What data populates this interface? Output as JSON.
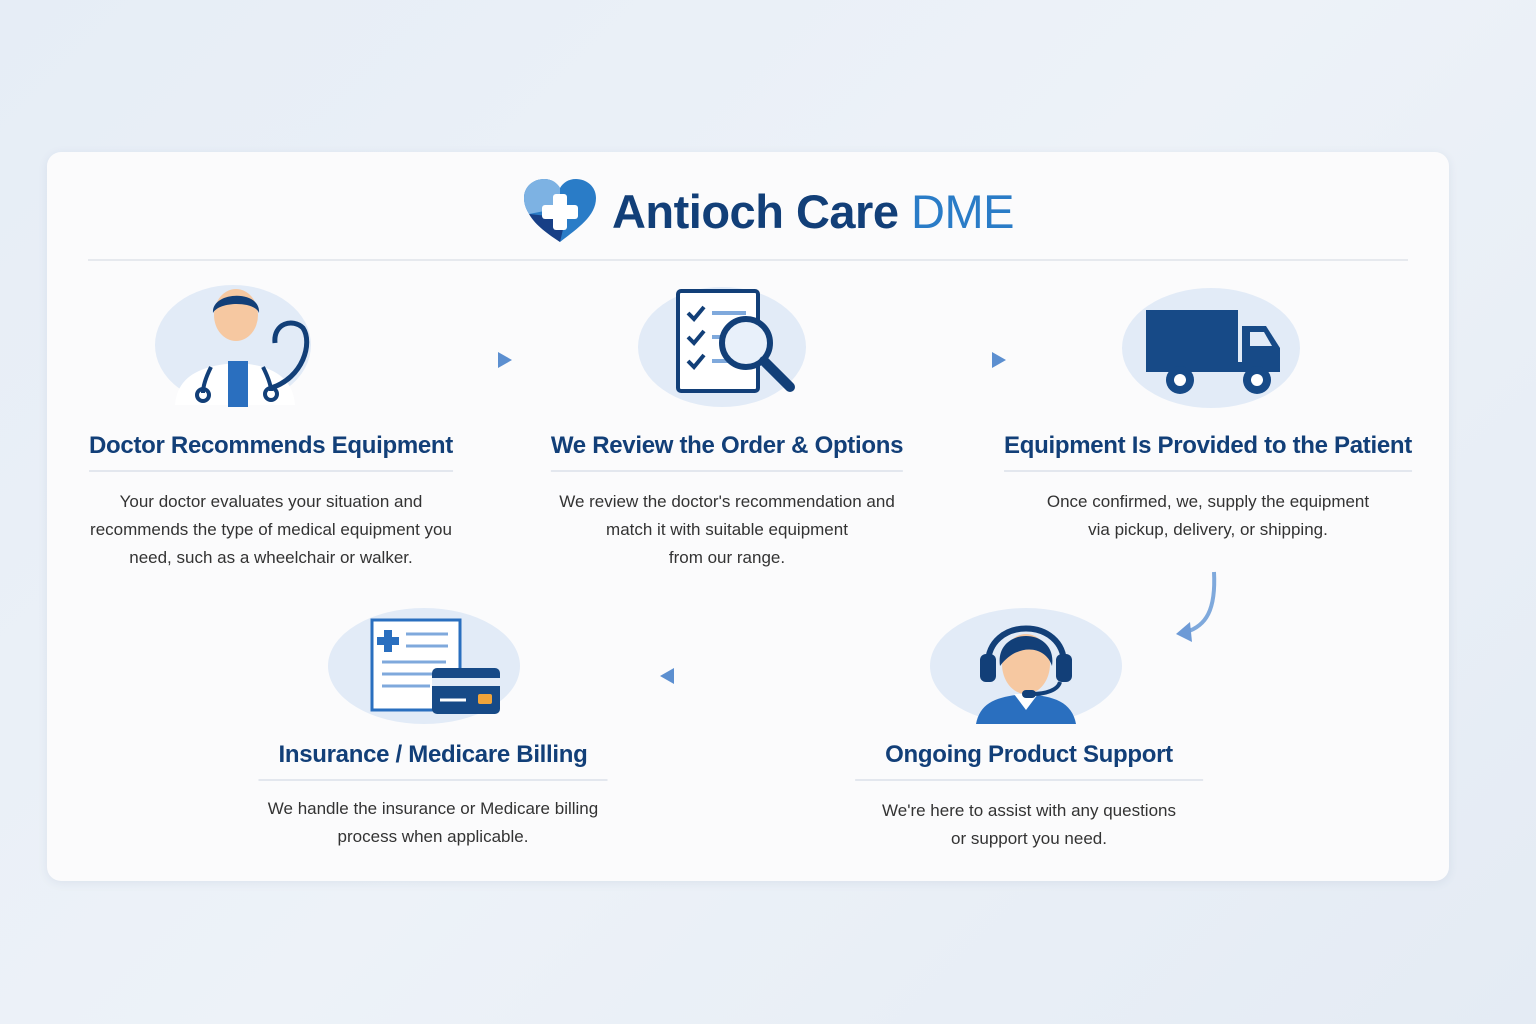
{
  "brand": {
    "name": "Antioch Care",
    "suffix": "DME"
  },
  "steps": [
    {
      "title": "Doctor Recommends Equipment",
      "desc": [
        "Your doctor evaluates your situation and",
        "recommends the type of medical equipment you",
        "need, such as a wheelchair or walker."
      ],
      "icon": "doctor-icon"
    },
    {
      "title": "We Review the Order & Options",
      "desc": [
        "We review the doctor's recommendation and",
        "match it with suitable equipment",
        "from our range."
      ],
      "icon": "checklist-magnifier-icon"
    },
    {
      "title": "Equipment Is Provided to the Patient",
      "desc": [
        "Once confirmed, we, supply the equipment",
        "via pickup, delivery, or shipping."
      ],
      "icon": "truck-icon"
    },
    {
      "title": "Insurance / Medicare Billing",
      "desc": [
        "We handle the insurance or Medicare billing",
        "process when applicable."
      ],
      "icon": "billing-icon"
    },
    {
      "title": "Ongoing Product Support",
      "desc": [
        "We're here to assist with any questions",
        "or support you need."
      ],
      "icon": "support-agent-icon"
    }
  ],
  "colors": {
    "dark": "#123f78",
    "accent": "#2a7cc7",
    "arrow": "#7fa9dc"
  }
}
